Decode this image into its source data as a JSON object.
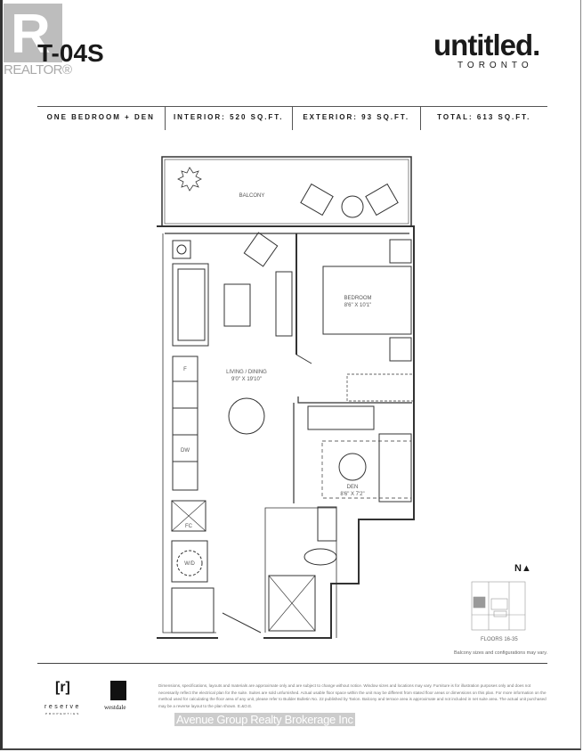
{
  "realtor_logo": {
    "text": "REALTOR®",
    "letter": "R"
  },
  "unit": {
    "name": "T-04S"
  },
  "brand": {
    "name": "untitled.",
    "city": "TORONTO"
  },
  "specs": [
    "ONE BEDROOM + DEN",
    "INTERIOR: 520 SQ.FT.",
    "EXTERIOR: 93 SQ.FT.",
    "TOTAL: 613 SQ.FT."
  ],
  "rooms": {
    "balcony": "BALCONY",
    "living_name": "LIVING / DINING",
    "living_dim": "9'0\" X 19'10\"",
    "bedroom_name": "BEDROOM",
    "bedroom_dim": "8'6\" X 10'1\"",
    "den_name": "DEN",
    "den_dim": "8'6\" X 7'2\""
  },
  "appliances": {
    "fridge": "F",
    "dishwasher": "DW",
    "closet": "FC",
    "washer_dryer": "W/D"
  },
  "key_plan": {
    "north": "N▲",
    "floors": "FLOORS 16-35",
    "note": "Balcony sizes and configurations may vary."
  },
  "footer": {
    "reserve": {
      "mark": "[r]",
      "name": "reserve",
      "sub": "PROPERTIES"
    },
    "westdale": {
      "name": "westdale"
    },
    "disclaimer": "Dimensions, specifications, layouts and materials are approximate only and are subject to change without notice. Window sizes and locations may vary. Furniture is for illustration purposes only and does not necessarily reflect the electrical plan for the suite. Suites are sold unfurnished. Actual usable floor space within the unit may be different from stated floor areas or dimensions on this plan. For more information on the method used for calculating the floor area of any unit, please refer to Builder Bulletin No. 22 published by Tarion. Balcony and terrace area is approximate and not included in net suite area. The actual unit purchased may be a reverse layout to the plan shown. E.&O.E.",
    "watermark": "Avenue Group Realty Brokerage Inc"
  }
}
